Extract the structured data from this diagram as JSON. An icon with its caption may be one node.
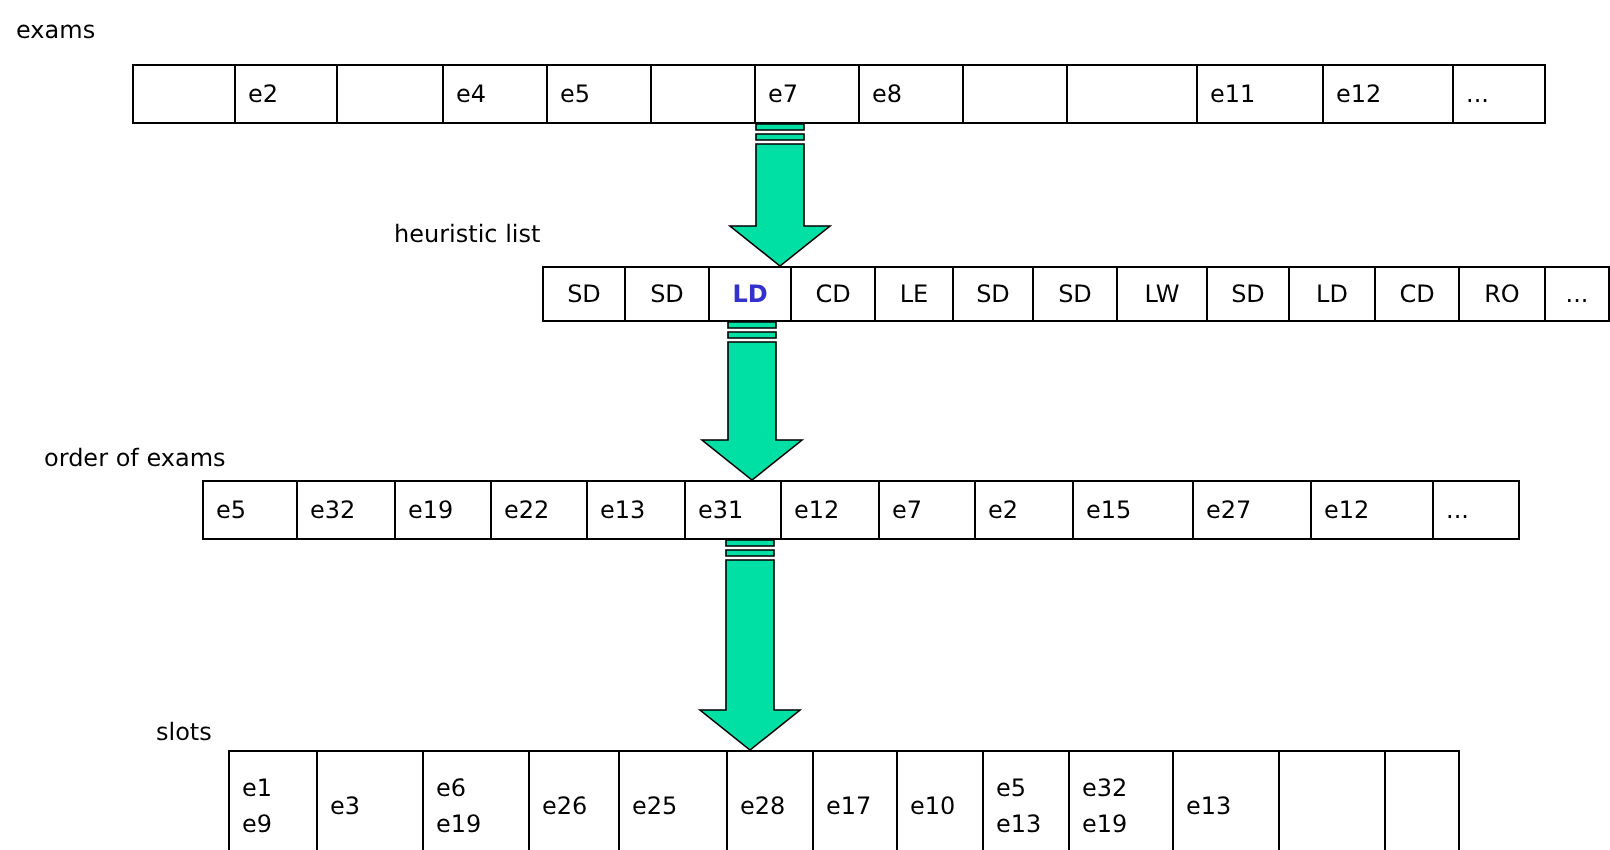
{
  "diagram": {
    "nodes": [
      {
        "text": [
          "exams"
        ]
      },
      {
        "text": [],
        "shape": "box",
        "in": 0
      },
      {
        "text": [
          "e2"
        ],
        "in": 0
      },
      {
        "text": [],
        "shape": "box",
        "in": 0
      },
      {
        "text": [
          "e4"
        ],
        "in": 0
      },
      {
        "text": [
          "e5"
        ],
        "in": 0
      },
      {
        "text": [],
        "shape": "box",
        "in": 0
      },
      {
        "text": [
          "e7"
        ],
        "in": 0
      },
      {
        "text": [
          "e8"
        ],
        "in": 0
      },
      {
        "text": [],
        "shape": "box",
        "in": 0
      },
      {
        "text": [],
        "shape": "box",
        "in": 0
      },
      {
        "text": [
          "e11"
        ],
        "in": 0
      },
      {
        "text": [
          "e12"
        ],
        "in": 0
      },
      {
        "text": [
          "..."
        ],
        "in": 0
      },
      {
        "text": [
          "heuristic list"
        ]
      },
      {
        "text": [
          "SD"
        ],
        "in": 14
      },
      {
        "text": [
          "SD"
        ],
        "in": 14
      },
      {
        "text": [
          "LD"
        ],
        "in": 14
      },
      {
        "text": [
          "CD"
        ],
        "in": 14
      },
      {
        "text": [
          "LE"
        ],
        "in": 14
      },
      {
        "text": [
          "SD"
        ],
        "in": 14
      },
      {
        "text": [
          "SD"
        ],
        "in": 14
      },
      {
        "text": [
          "LW"
        ],
        "in": 14
      },
      {
        "text": [
          "SD"
        ],
        "in": 14
      },
      {
        "text": [
          "LD"
        ],
        "in": 14
      },
      {
        "text": [
          "CD"
        ],
        "in": 14
      },
      {
        "text": [
          "RO"
        ],
        "in": 14
      },
      {
        "text": [
          "..."
        ],
        "in": 14
      },
      {
        "text": [
          "order of exams"
        ]
      },
      {
        "text": [
          "e5"
        ],
        "in": 28
      },
      {
        "text": [
          "e32"
        ],
        "in": 28
      },
      {
        "text": [
          "e19"
        ],
        "in": 28
      },
      {
        "text": [
          "e22"
        ],
        "in": 28
      },
      {
        "text": [
          "e13"
        ],
        "in": 28
      },
      {
        "text": [
          "e31"
        ],
        "in": 28
      },
      {
        "text": [
          "e12"
        ],
        "in": 28
      },
      {
        "text": [
          "e7"
        ],
        "in": 28
      },
      {
        "text": [
          "e2"
        ],
        "in": 28
      },
      {
        "text": [
          "e15"
        ],
        "in": 28
      },
      {
        "text": [
          "e27"
        ],
        "in": 28
      },
      {
        "text": [
          "e12"
        ],
        "in": 28
      },
      {
        "text": [
          "..."
        ],
        "in": 28
      },
      {
        "text": [
          "slots"
        ]
      },
      {
        "text": [
          "e1 e9"
        ],
        "in": 42
      },
      {
        "text": [
          "e3"
        ],
        "in": 42
      },
      {
        "text": [
          "e6 e19"
        ],
        "in": 42
      },
      {
        "text": [
          "e26"
        ],
        "in": 42
      },
      {
        "text": [
          "e25"
        ],
        "in": 42
      },
      {
        "text": [
          "e28"
        ],
        "in": 42
      },
      {
        "text": [
          "e17"
        ],
        "in": 42
      },
      {
        "text": [
          "e10"
        ],
        "in": 42
      },
      {
        "text": [
          "e5 e13"
        ],
        "in": 42
      },
      {
        "text": [
          "e32 e19"
        ],
        "in": 42
      },
      {
        "text": [
          "e13"
        ],
        "in": 42
      },
      {
        "text": [],
        "shape": "box",
        "in": 42
      },
      {
        "text": [],
        "shape": "box",
        "in": 42
      }
    ],
    "edges": [
      {
        "from": 0,
        "to": 14,
        "arrow": "to"
      },
      {
        "from": 14,
        "to": 28,
        "arrow": "to"
      },
      {
        "from": 28,
        "to": 42,
        "arrow": "to"
      }
    ]
  }
}
